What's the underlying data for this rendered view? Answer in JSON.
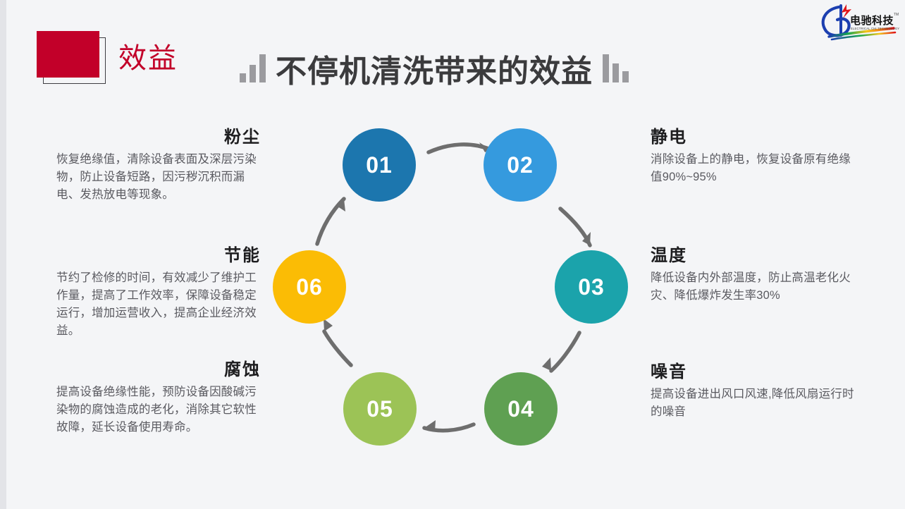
{
  "header": {
    "badge_label": "效益",
    "badge_color": "#c20029",
    "title": "不停机清洗带来的效益",
    "title_color": "#3b3b3d"
  },
  "logo": {
    "brand_cn": "电驰科技",
    "brand_en": "ELECTRICAL CHI TECHNOLOGY",
    "trademark": "TM"
  },
  "diagram": {
    "nodes": [
      {
        "number": "01",
        "color": "#1c76ae",
        "topic": "粉尘"
      },
      {
        "number": "02",
        "color": "#359ade",
        "topic": "静电"
      },
      {
        "number": "03",
        "color": "#1ba3ab",
        "topic": "温度"
      },
      {
        "number": "04",
        "color": "#5fa052",
        "topic": "噪音"
      },
      {
        "number": "05",
        "color": "#9cc356",
        "topic": "腐蚀"
      },
      {
        "number": "06",
        "color": "#fbbc05",
        "topic": "节能"
      }
    ],
    "arrow_color": "#6e6e6e"
  },
  "blocks": {
    "dust": {
      "title": "粉尘",
      "body": "恢复绝缘值，清除设备表面及深层污染物，防止设备短路，因污秽沉积而漏电、发热放电等现象。"
    },
    "energy": {
      "title": "节能",
      "body": "节约了检修的时间，有效减少了维护工作量，提高了工作效率，保障设备稳定运行，增加运营收入，提高企业经济效益。"
    },
    "corrosion": {
      "title": "腐蚀",
      "body": "提高设备绝缘性能，预防设备因酸碱污染物的腐蚀造成的老化，消除其它软性故障，延长设备使用寿命。"
    },
    "static": {
      "title": "静电",
      "body": "消除设备上的静电，恢复设备原有绝缘值90%~95%"
    },
    "temperature": {
      "title": "温度",
      "body": "降低设备内外部温度，防止高温老化火灾、降低爆炸发生率30%"
    },
    "noise": {
      "title": "噪音",
      "body": "提高设备进出风口风速,降低风扇运行时的噪音"
    }
  }
}
